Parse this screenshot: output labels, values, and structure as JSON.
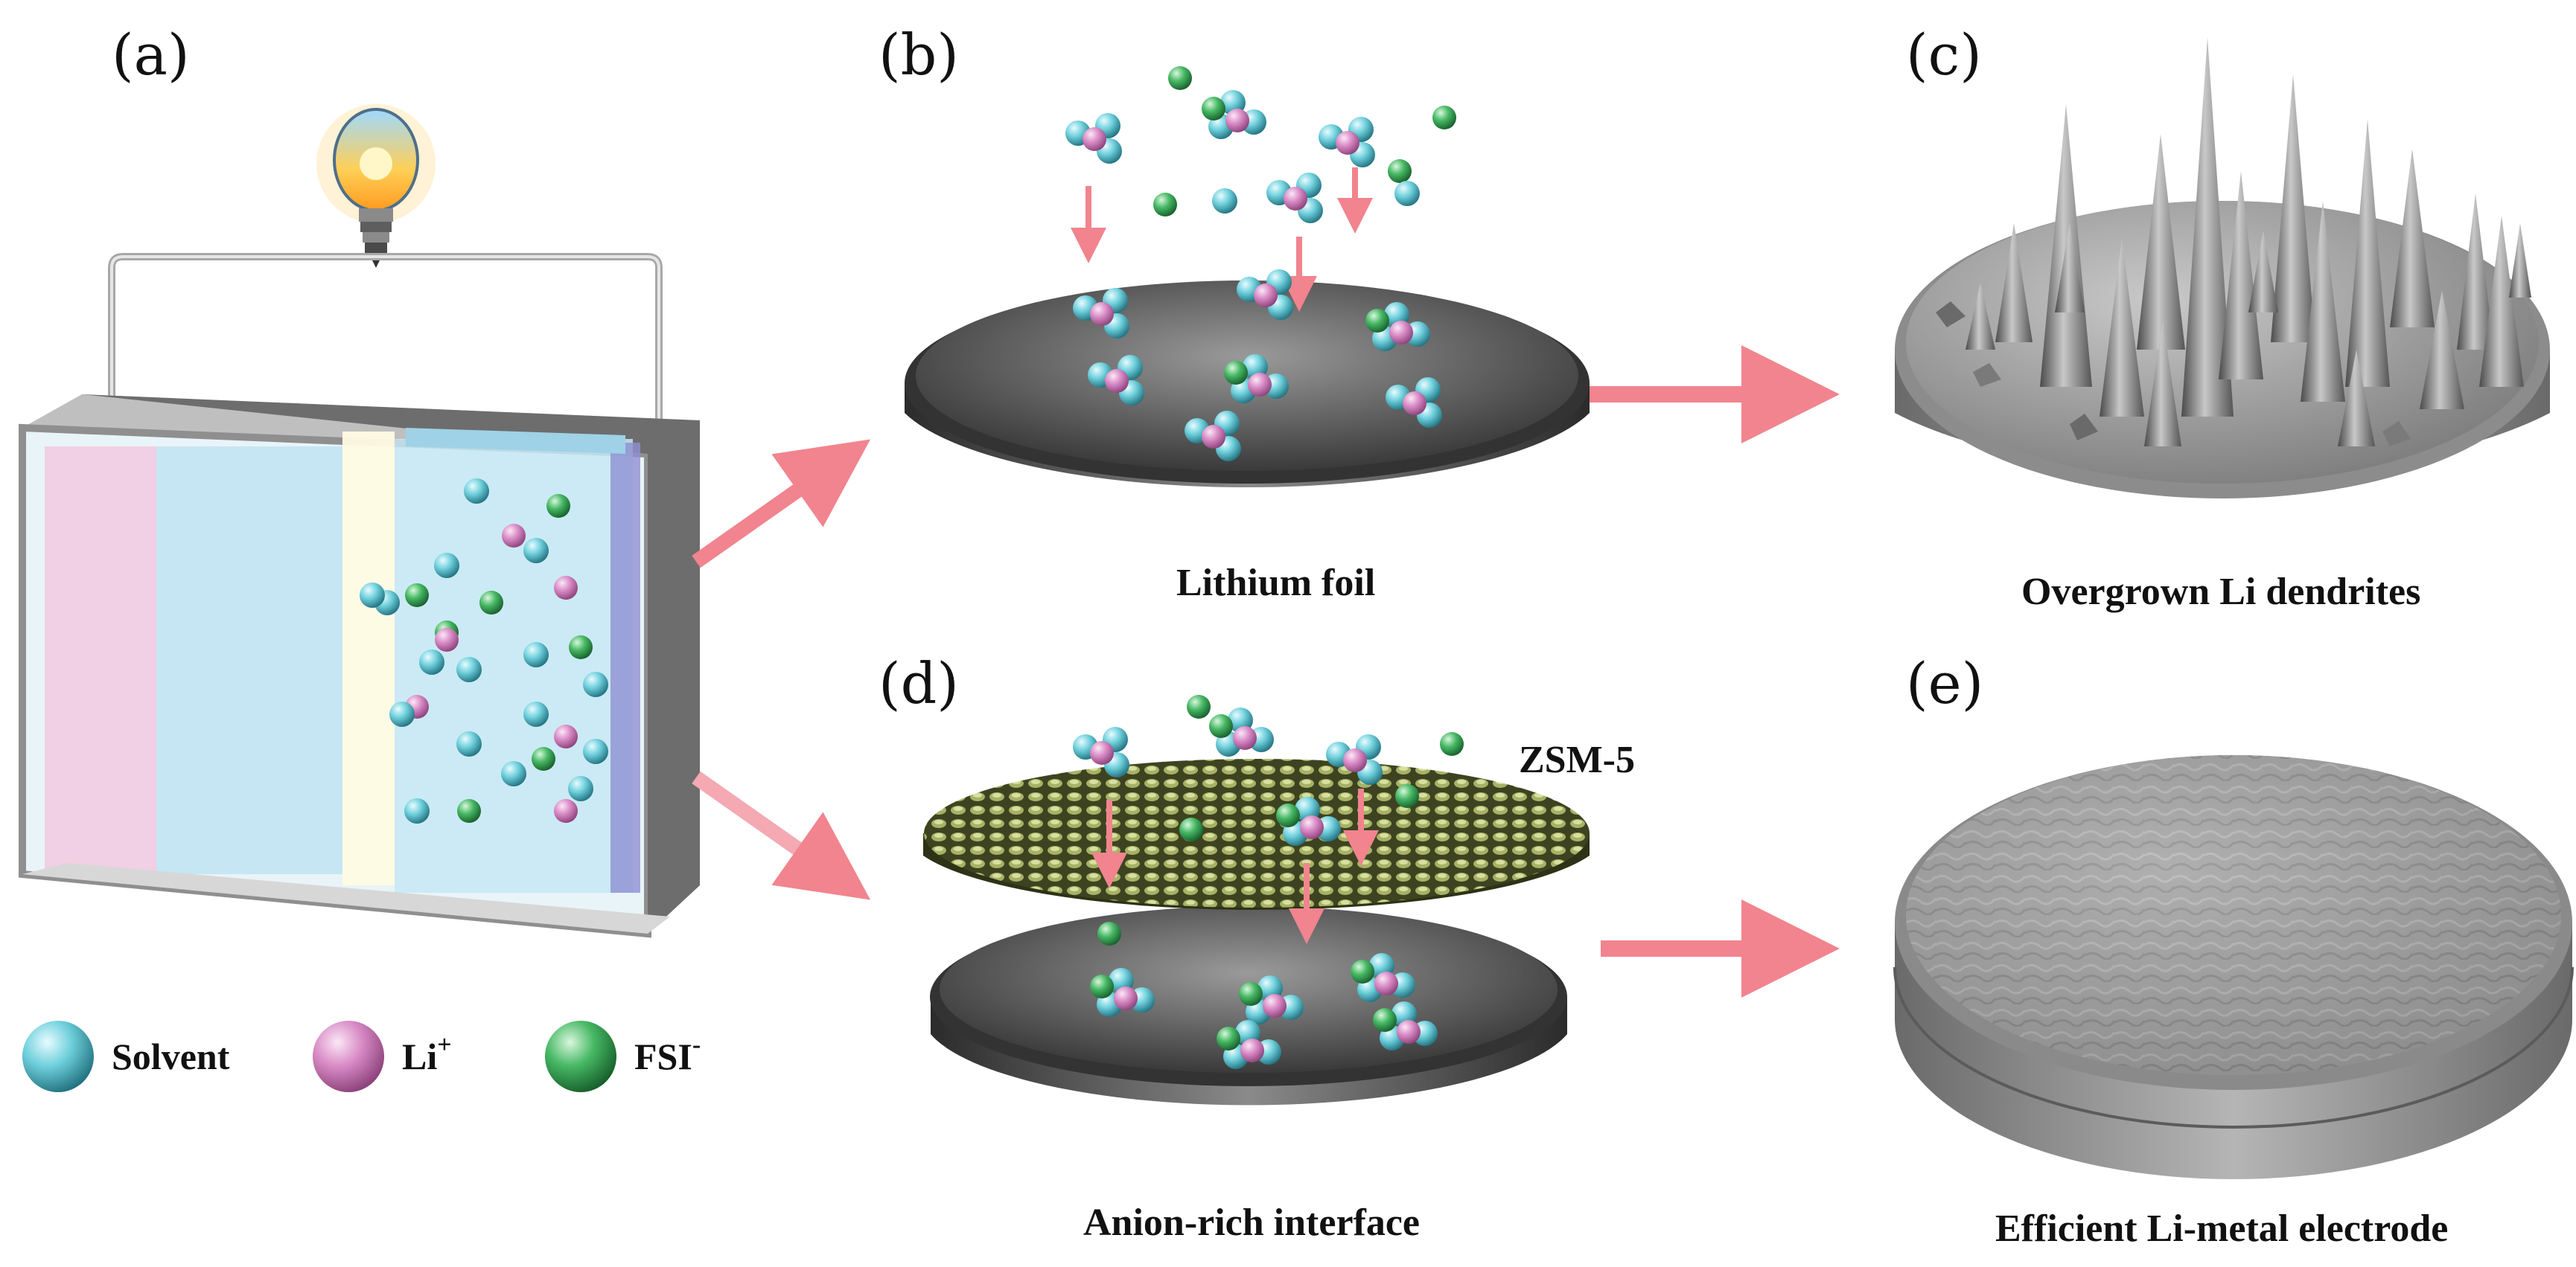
{
  "panels": {
    "a": {
      "label": "(a)"
    },
    "b": {
      "label": "(b)",
      "caption": "Lithium foil"
    },
    "c": {
      "label": "(c)",
      "caption": "Overgrown Li dendrites"
    },
    "d": {
      "label": "(d)",
      "caption": "Anion-rich interface",
      "layer_label": "ZSM-5"
    },
    "e": {
      "label": "(e)",
      "caption": "Efficient Li-metal electrode"
    }
  },
  "legend": [
    {
      "name": "Solvent",
      "sup": "",
      "color": "#5fc8d6"
    },
    {
      "name": "Li",
      "sup": "+",
      "color": "#d88cc4"
    },
    {
      "name": "FSI",
      "sup": "-",
      "color": "#3fae5c"
    }
  ],
  "colors": {
    "arrow": "#f1848e",
    "solvent": "#5fc8d6",
    "li_ion": "#d88cc4",
    "fsi_anion": "#3fae5c",
    "electrode": "#4a4a4a",
    "zeolite": "#8f9a55"
  }
}
